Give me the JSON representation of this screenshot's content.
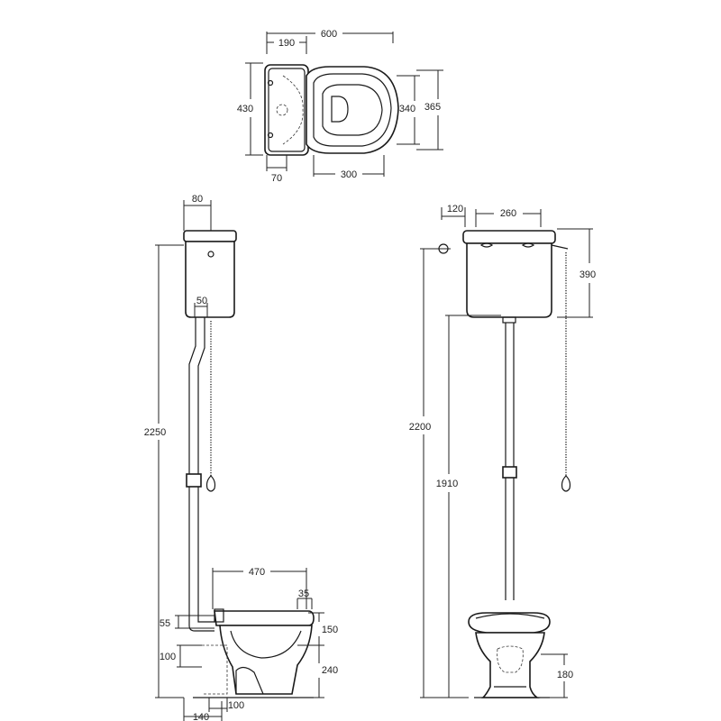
{
  "top_view": {
    "width_overall": "600",
    "tank_width": "190",
    "depth_overall": "430",
    "seat_depth": "340",
    "bowl_depth": "365",
    "bowl_width": "300",
    "offset": "70"
  },
  "side_view": {
    "tank_depth": "80",
    "pipe_width": "50",
    "height_overall": "2250",
    "bowl_length": "470",
    "rim_thickness": "35",
    "inlet_height": "55",
    "bowl_top": "150",
    "outlet_height": "100",
    "base_height": "240",
    "outlet_depth": "140",
    "outlet_diameter": "100"
  },
  "front_view": {
    "tank_offset": "120",
    "tank_width": "260",
    "tank_height": "390",
    "height_overall": "2200",
    "pipe_length": "1910",
    "base_height": "180"
  }
}
